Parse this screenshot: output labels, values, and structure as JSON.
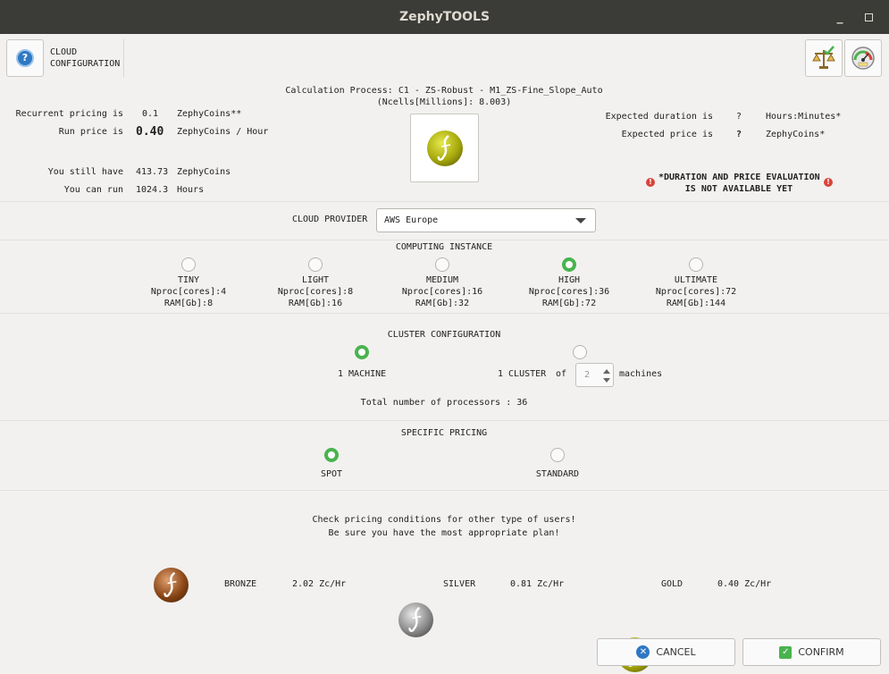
{
  "window": {
    "title": "ZephyTOOLS"
  },
  "header": {
    "line1": "CLOUD",
    "line2": "CONFIGURATION"
  },
  "process": {
    "line1": "Calculation Process: C1 - ZS-Robust - M1_ZS-Fine_Slope_Auto",
    "line2": "(Ncells[Millions]: 8.003)"
  },
  "pricing": {
    "recurrent_label": "Recurrent pricing is",
    "recurrent_value": "0.1",
    "recurrent_unit": "ZephyCoins**",
    "run_label": "Run price is",
    "run_value": "0.40",
    "run_unit": "ZephyCoins / Hour",
    "still_label": "You still have",
    "still_value": "413.73",
    "still_unit": "ZephyCoins",
    "canrun_label": "You can run",
    "canrun_value": "1024.3",
    "canrun_unit": "Hours"
  },
  "expected": {
    "duration_label": "Expected duration is",
    "duration_value": "?",
    "duration_unit": "Hours:Minutes*",
    "price_label": "Expected price is",
    "price_value": "?",
    "price_unit": "ZephyCoins*",
    "warning_line1": "*DURATION AND PRICE EVALUATION",
    "warning_line2": "IS NOT AVAILABLE YET"
  },
  "cloud_provider": {
    "label": "CLOUD PROVIDER",
    "selected": "AWS Europe"
  },
  "computing_instance": {
    "title": "COMPUTING INSTANCE",
    "options": [
      {
        "name": "TINY",
        "cores": "Nproc[cores]:4",
        "ram": "RAM[Gb]:8",
        "selected": false
      },
      {
        "name": "LIGHT",
        "cores": "Nproc[cores]:8",
        "ram": "RAM[Gb]:16",
        "selected": false
      },
      {
        "name": "MEDIUM",
        "cores": "Nproc[cores]:16",
        "ram": "RAM[Gb]:32",
        "selected": false
      },
      {
        "name": "HIGH",
        "cores": "Nproc[cores]:36",
        "ram": "RAM[Gb]:72",
        "selected": true
      },
      {
        "name": "ULTIMATE",
        "cores": "Nproc[cores]:72",
        "ram": "RAM[Gb]:144",
        "selected": false
      }
    ]
  },
  "cluster": {
    "title": "CLUSTER CONFIGURATION",
    "machine_label": "1 MACHINE",
    "cluster_label": "1 CLUSTER",
    "of_label": "of",
    "count_value": "2",
    "machines_label": "machines",
    "total_label": "Total number of processors : 36"
  },
  "specific_pricing": {
    "title": "SPECIFIC PRICING",
    "spot_label": "SPOT",
    "standard_label": "STANDARD"
  },
  "plans": {
    "note_line1": "Check pricing conditions for other type of users!",
    "note_line2": "Be sure you have the most appropriate plan!",
    "bronze_label": "BRONZE",
    "bronze_price": "2.02 Zc/Hr",
    "silver_label": "SILVER",
    "silver_price": "0.81 Zc/Hr",
    "gold_label": "GOLD",
    "gold_price": "0.40 Zc/Hr"
  },
  "footer": {
    "cancel_label": "CANCEL",
    "confirm_label": "CONFIRM"
  },
  "colors": {
    "accent_green": "#49b34f",
    "accent_blue": "#2f78c4",
    "warning_red": "#d9443a",
    "titlebar": "#3b3b37"
  },
  "icons": {
    "help": "question-circle-icon",
    "balance": "balance-scale-icon",
    "gauge": "gauge-icon",
    "warning": "exclamation-circle-icon",
    "cancel": "cancel-x-icon",
    "confirm": "checkmark-icon"
  }
}
